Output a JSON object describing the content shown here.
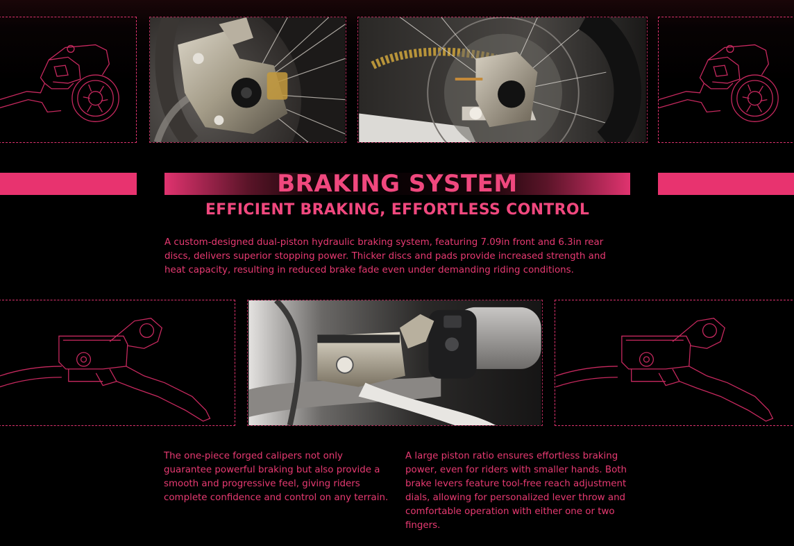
{
  "header": {
    "title": "BRAKING SYSTEM",
    "subtitle": "EFFICIENT BRAKING, EFFORTLESS CONTROL"
  },
  "intro": "A custom-designed dual-piston hydraulic braking system, featuring 7.09in front and 6.3in rear discs, delivers superior stopping power. Thicker discs and pads provide increased strength and heat capacity, resulting in reduced brake fade even under demanding riding conditions.",
  "features": {
    "calipers": "The one-piece forged calipers not only guarantee powerful braking but also provide a smooth and progressive feel, giving riders complete confidence and control on any terrain.",
    "levers": "A large piston ratio ensures effortless braking power, even for riders with smaller hands. Both brake levers feature tool-free reach adjustment dials, allowing for personalized lever throw and comfortable operation with either one or two fingers."
  },
  "colors": {
    "accent": "#e8336f",
    "text": "#e83a72",
    "background": "#000000"
  }
}
